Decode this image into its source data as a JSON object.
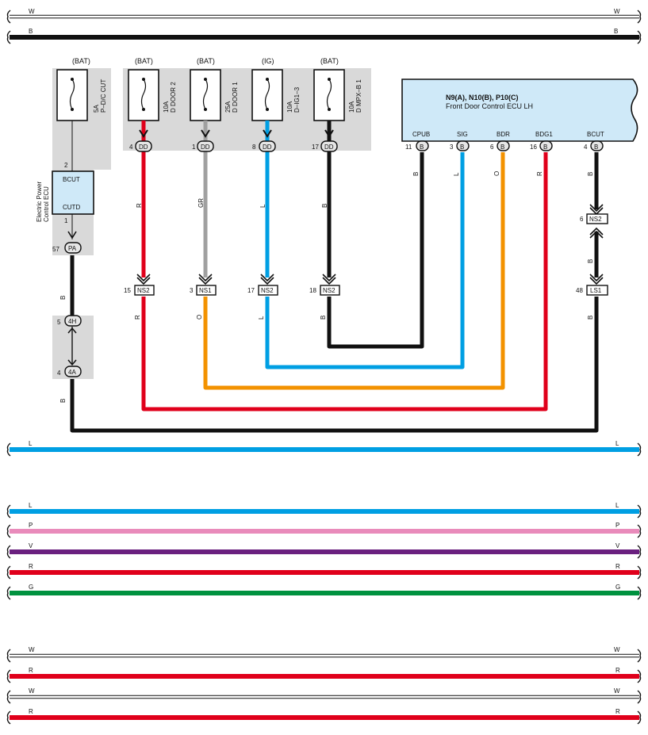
{
  "top_bus": [
    {
      "label_left": "W",
      "label_right": "W",
      "color": "#ffffff"
    },
    {
      "label_left": "B",
      "label_right": "B",
      "color": "#111111"
    }
  ],
  "fuses": [
    {
      "source": "(BAT)",
      "rating": "5A",
      "name": "P–D/C CUT"
    },
    {
      "source": "(BAT)",
      "rating": "10A",
      "name": "D DOOR 2",
      "pin": "4",
      "conn": "DD",
      "wire": "R",
      "color": "#e0001b"
    },
    {
      "source": "(BAT)",
      "rating": "25A",
      "name": "D DOOR 1",
      "pin": "1",
      "conn": "DD",
      "wire": "GR",
      "color": "#a0a0a0"
    },
    {
      "source": "(IG)",
      "rating": "10A",
      "name": "D–IG1–3",
      "pin": "8",
      "conn": "DD",
      "wire": "L",
      "color": "#009fe3"
    },
    {
      "source": "(BAT)",
      "rating": "10A",
      "name": "D MPX–B 1",
      "pin": "17",
      "conn": "DD",
      "wire": "B",
      "color": "#111111"
    }
  ],
  "power_ecu": {
    "title_line1": "Electric Power",
    "title_line2": "Control ECU",
    "pin_top": "2",
    "pin_bottom": "1",
    "term_top": "BCUT",
    "term_bottom": "CUTD",
    "conn_pa_pin": "57",
    "conn_pa": "PA",
    "wire_pa": "B",
    "conn_4h_pin": "5",
    "conn_4h": "4H",
    "conn_4a_pin": "4",
    "conn_4a": "4A",
    "wire_4a": "B"
  },
  "door_ecu": {
    "title": "N9(A), N10(B), P10(C)",
    "subtitle": "Front Door Control ECU LH",
    "pins": [
      {
        "term": "CPUB",
        "pin": "11",
        "conn": "B",
        "wire": "B",
        "color": "#111111"
      },
      {
        "term": "SIG",
        "pin": "3",
        "conn": "B",
        "wire": "L",
        "color": "#009fe3"
      },
      {
        "term": "BDR",
        "pin": "6",
        "conn": "B",
        "wire": "O",
        "color": "#f39200"
      },
      {
        "term": "BDG1",
        "pin": "16",
        "conn": "B",
        "wire": "R",
        "color": "#e0001b"
      },
      {
        "term": "BCUT",
        "pin": "4",
        "conn": "B",
        "wire": "B",
        "color": "#111111"
      }
    ]
  },
  "ns_connectors": [
    {
      "pin": "15",
      "conn": "NS2",
      "wire_below": "R"
    },
    {
      "pin": "3",
      "conn": "NS1",
      "wire_below": "O"
    },
    {
      "pin": "17",
      "conn": "NS2",
      "wire_below": "L"
    },
    {
      "pin": "18",
      "conn": "NS2",
      "wire_below": "B"
    }
  ],
  "right_chain": {
    "ns2_pin": "6",
    "ns2": "NS2",
    "wire_mid": "B",
    "ls1_pin": "48",
    "ls1": "LS1",
    "wire_below": "B"
  },
  "mid_bus": {
    "label_left": "L",
    "label_right": "L",
    "color": "#009fe3"
  },
  "bus_group_2": [
    {
      "label_left": "L",
      "label_right": "L",
      "color": "#009fe3"
    },
    {
      "label_left": "P",
      "label_right": "P",
      "color": "#e98bbb"
    },
    {
      "label_left": "V",
      "label_right": "V",
      "color": "#6a207f"
    },
    {
      "label_left": "R",
      "label_right": "R",
      "color": "#e0001b"
    },
    {
      "label_left": "G",
      "label_right": "G",
      "color": "#00923f"
    }
  ],
  "bus_group_3": [
    {
      "label_left": "W",
      "label_right": "W",
      "color": "#ffffff"
    },
    {
      "label_left": "R",
      "label_right": "R",
      "color": "#e0001b"
    },
    {
      "label_left": "W",
      "label_right": "W",
      "color": "#ffffff"
    },
    {
      "label_left": "R",
      "label_right": "R",
      "color": "#e0001b"
    }
  ]
}
